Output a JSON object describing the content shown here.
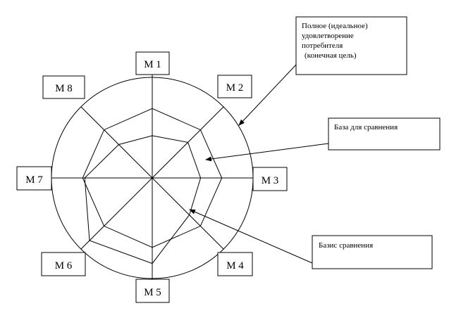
{
  "axes": [
    "М 1",
    "М 2",
    "М 3",
    "М 4",
    "М 5",
    "М 6",
    "М 7",
    "М 8"
  ],
  "callouts": {
    "ideal": [
      "Полное (идеальное)",
      "удовлетворение",
      "потребителя",
      "(конечная цель)"
    ],
    "base": [
      "База для сравнения"
    ],
    "basis": [
      "Базис сравнения"
    ]
  },
  "levels": {
    "base": [
      0.69,
      0.69,
      0.69,
      0.69,
      0.69,
      0.69,
      0.69,
      0.69
    ],
    "basis": [
      0.42,
      0.5,
      0.48,
      0.52,
      0.85,
      0.88,
      0.67,
      0.47
    ]
  }
}
